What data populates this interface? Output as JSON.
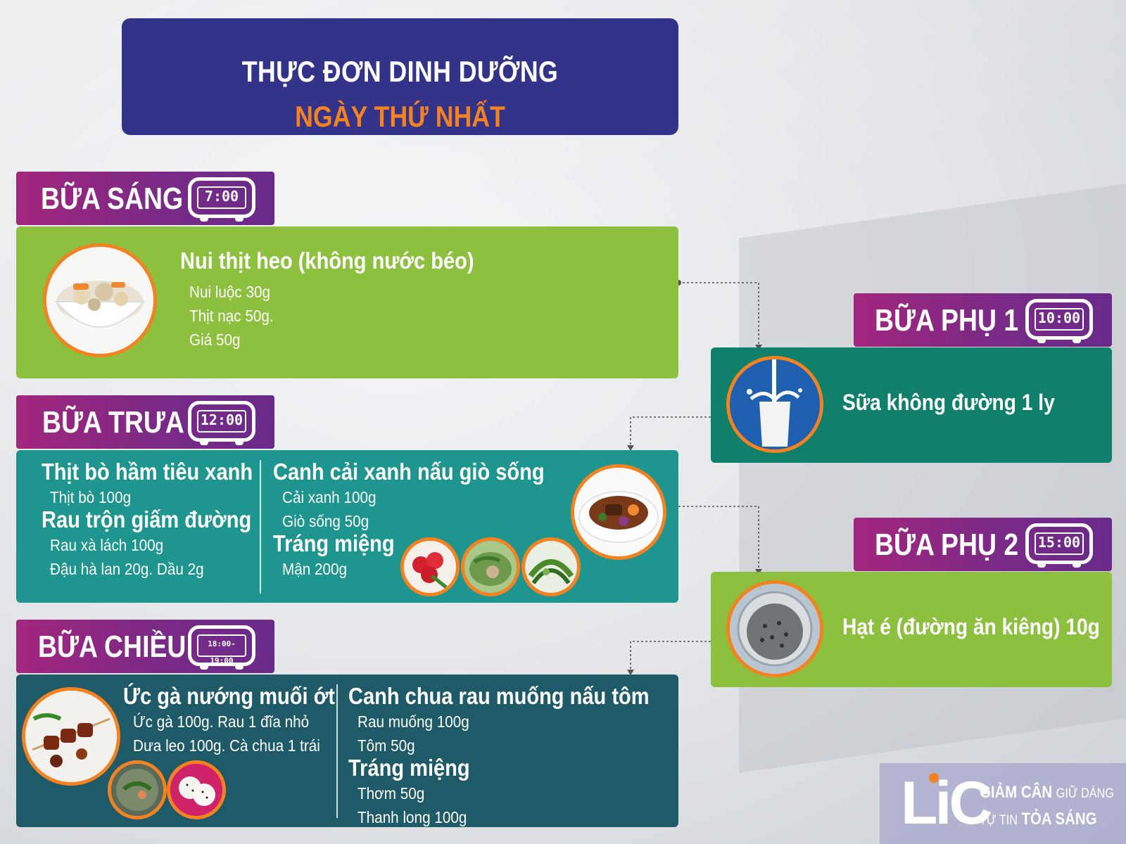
{
  "header": {
    "title_line1": "THỰC ĐƠN DINH DƯỠNG",
    "title_line2": "NGÀY THỨ NHẤT"
  },
  "colors": {
    "title_bg": "#33338a",
    "accent_orange": "#f58220",
    "tag_purple": "#8a2a86",
    "card_green": "#8dc03f",
    "card_teal": "#1e958e",
    "card_darkteal": "#1f5a68",
    "card_deepgreen": "#11806a"
  },
  "meals": {
    "breakfast": {
      "label": "BỮA SÁNG",
      "time": "7:00",
      "dish": "Nui thịt heo (không nước béo)",
      "ingredients": [
        "Nui luộc 30g",
        "Thịt nạc 50g.",
        "Giá 50g"
      ]
    },
    "snack1": {
      "label": "BỮA PHỤ 1",
      "time": "10:00",
      "item": "Sữa không đường 1 ly"
    },
    "lunch": {
      "label": "BỮA TRƯA",
      "time": "12:00",
      "dish1": "Thịt bò hầm tiêu xanh",
      "dish1_ing": [
        "Thịt bò 100g"
      ],
      "dish2": "Rau trộn giấm đường",
      "dish2_ing": [
        "Rau xà lách 100g",
        "Đậu hà lan 20g. Dầu 2g"
      ],
      "dish3": "Canh cải xanh nấu giò sống",
      "dish3_ing": [
        "Cải xanh 100g",
        "Giò sống 50g"
      ],
      "dessert_label": "Tráng miệng",
      "dessert_ing": [
        "Mận 200g"
      ]
    },
    "snack2": {
      "label": "BỮA PHỤ 2",
      "time": "15:00",
      "item": "Hạt é (đường ăn kiêng) 10g"
    },
    "dinner": {
      "label": "BỮA CHIỀU",
      "time": "18:00-19:00",
      "dish1": "Ức gà nướng muối ớt",
      "dish1_ing": [
        "Ức gà 100g. Rau 1 đĩa nhỏ",
        "Dưa leo 100g. Cà chua 1 trái"
      ],
      "dish2": "Canh chua rau muống nấu tôm",
      "dish2_ing": [
        "Rau muống 100g",
        "Tôm 50g"
      ],
      "dessert_label": "Tráng miệng",
      "dessert_ing": [
        "Thơm 50g",
        "Thanh long 100g"
      ]
    }
  },
  "logo": {
    "brand": "LiC",
    "line1_big": "GIẢM CÂN",
    "line1_small": "GIỮ DÁNG",
    "line2_small": "TỰ TIN",
    "line2_big": "TỎA SÁNG"
  }
}
